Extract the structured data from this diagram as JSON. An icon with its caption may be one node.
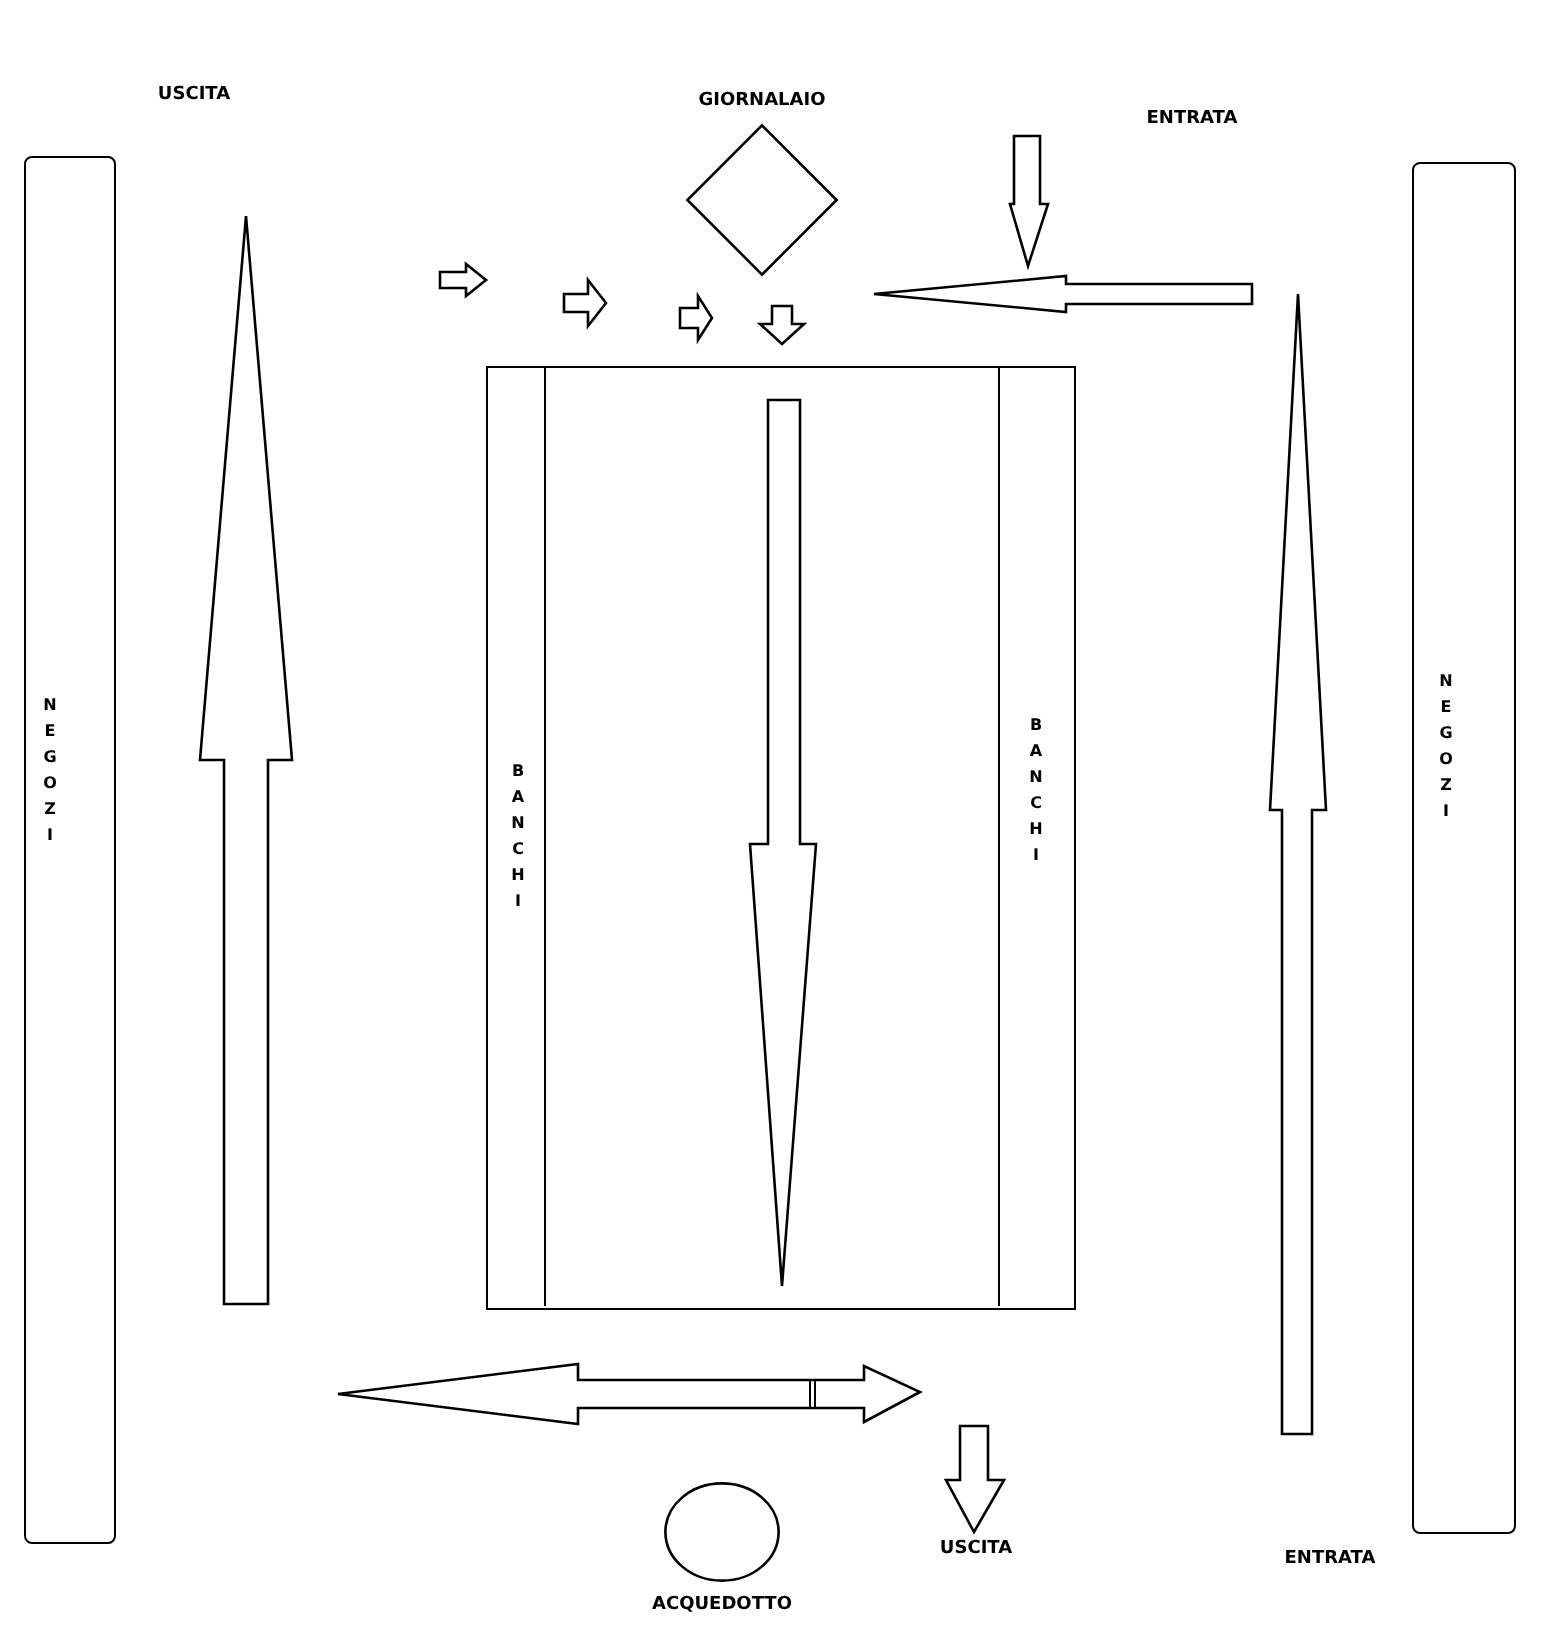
{
  "diagram": {
    "nodes": [
      {
        "text": [
          "NEGOZI"
        ]
      },
      {
        "text": [
          "GIORNALAIO"
        ]
      },
      {
        "text": [],
        "shape": "box"
      },
      {
        "text": [
          "BANCHI"
        ],
        "in": 2
      },
      {
        "text": [
          "BANCHI"
        ],
        "in": 2
      },
      {
        "text": [
          "NEGOZI"
        ]
      },
      {
        "text": [
          "ACQUEDOTTO"
        ]
      }
    ],
    "labels": [
      "USCITA",
      "ENTRATA",
      "USCITA",
      "ENTRATA"
    ]
  }
}
